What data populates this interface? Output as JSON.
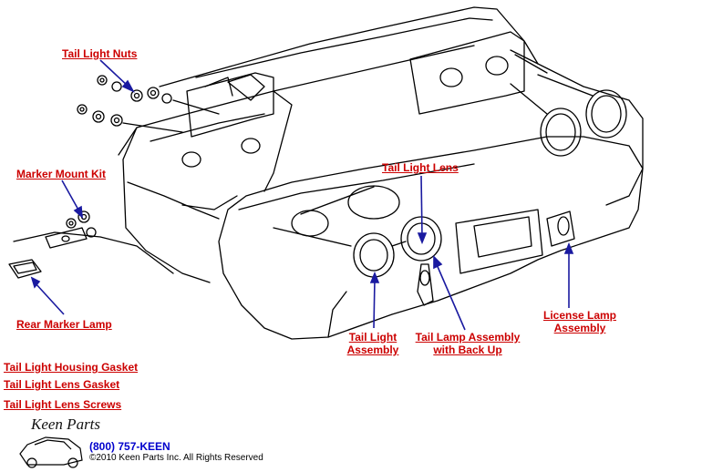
{
  "labels": {
    "tail_light_nuts": "Tail Light Nuts",
    "marker_mount_kit": "Marker Mount Kit",
    "rear_marker_lamp": "Rear Marker Lamp",
    "tail_light_lens": "Tail Light Lens",
    "tail_light_assembly_1": "Tail Light",
    "tail_light_assembly_2": "Assembly",
    "tail_lamp_backup_1": "Tail Lamp Assembly",
    "tail_lamp_backup_2": "with Back Up",
    "license_lamp_1": "License Lamp",
    "license_lamp_2": "Assembly",
    "housing_gasket": "Tail Light Housing Gasket",
    "lens_gasket": "Tail Light Lens Gasket",
    "lens_screws": "Tail Light Lens Screws"
  },
  "footer": {
    "brand": "Keen Parts",
    "phone": "(800) 757-KEEN",
    "copyright": "©2010 Keen Parts Inc. All Rights Reserved"
  },
  "colors": {
    "link": "#cc0000",
    "arrow": "#1a1aa0",
    "line": "#000000"
  }
}
